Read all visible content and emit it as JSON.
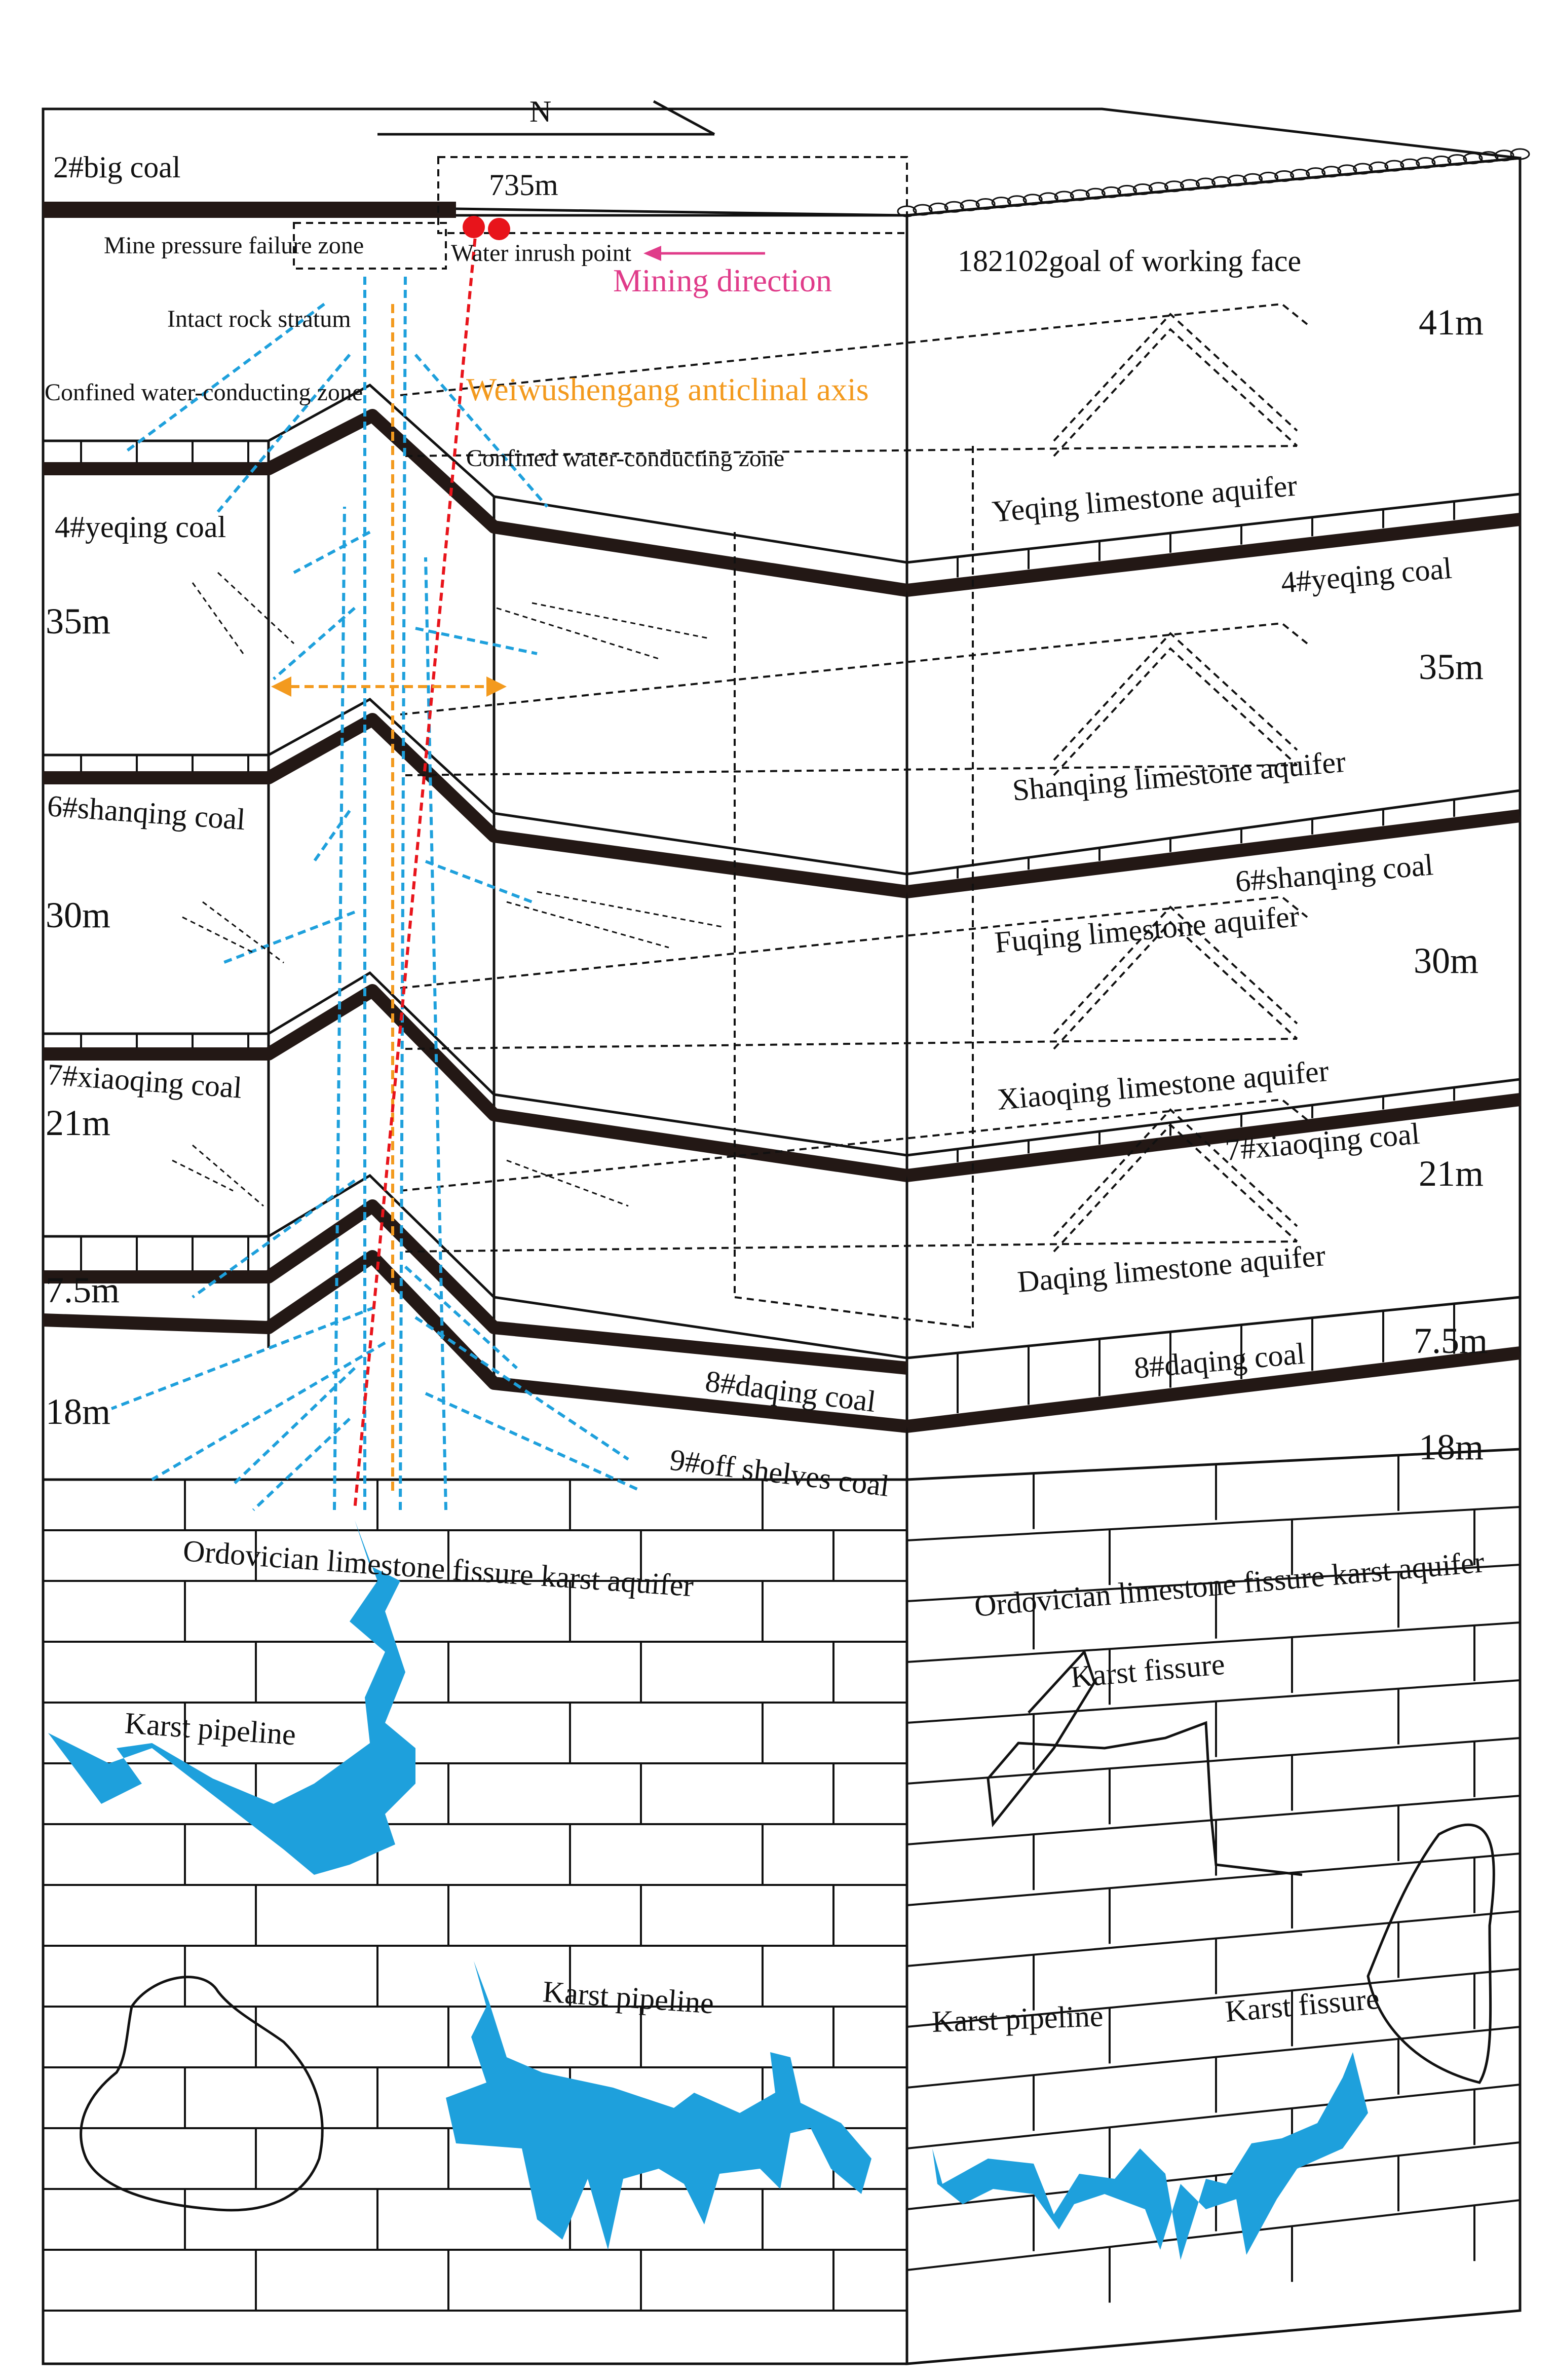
{
  "title": "",
  "compass": "N",
  "colors": {
    "coal": "#231815",
    "water": "#1ea0dc",
    "fault_red": "#e8141b",
    "anticline": "#f39a1e",
    "mining": "#e03c8a",
    "line": "#111111"
  },
  "annotations": {
    "big_coal": "2#big coal",
    "distance_735": "735m",
    "mine_pressure": "Mine pressure failure zone",
    "water_inrush": "Water inrush point",
    "mining_direction": "Mining direction",
    "working_face": "182102goal of working face",
    "intact_rock": "Intact rock stratum",
    "confined_zone_left": "Confined water-conducting zone",
    "anticlinal_axis": "Weiwushengang anticlinal axis",
    "confined_zone_mid": "Confined water-conducting zone"
  },
  "left_face": {
    "coal_4": "4#yeqing coal",
    "coal_6": "6#shanqing coal",
    "coal_7": "7#xiaoqing coal",
    "coal_8": "8#daqing coal",
    "coal_9": "9#off shelves coal",
    "thick_35": "35m",
    "thick_30": "30m",
    "thick_21": "21m",
    "thick_75": "7.5m",
    "thick_18": "18m",
    "ordovician": "Ordovician limestone fissure karst aquifer",
    "karst_pipe_1": "Karst pipeline",
    "karst_pipe_2": "Karst pipeline"
  },
  "right_face": {
    "thick_41": "41m",
    "yeqing_aquifer": "Yeqing limestone aquifer",
    "coal_4": "4#yeqing coal",
    "thick_35": "35m",
    "shanqing_aquifer": "Shanqing limestone aquifer",
    "coal_6": "6#shanqing coal",
    "fuqing_aquifer": "Fuqing limestone aquifer",
    "thick_30": "30m",
    "xiaoqing_aquifer": "Xiaoqing limestone aquifer",
    "coal_7": "7#xiaoqing coal",
    "thick_21": "21m",
    "daqing_aquifer": "Daqing limestone aquifer",
    "coal_8": "8#daqing coal",
    "thick_75": "7.5m",
    "thick_18": "18m",
    "ordovician": "Ordovician limestone fissure karst aquifer",
    "karst_fissure_1": "Karst fissure",
    "karst_pipe": "Karst pipeline",
    "karst_fissure_2": "Karst fissure"
  }
}
